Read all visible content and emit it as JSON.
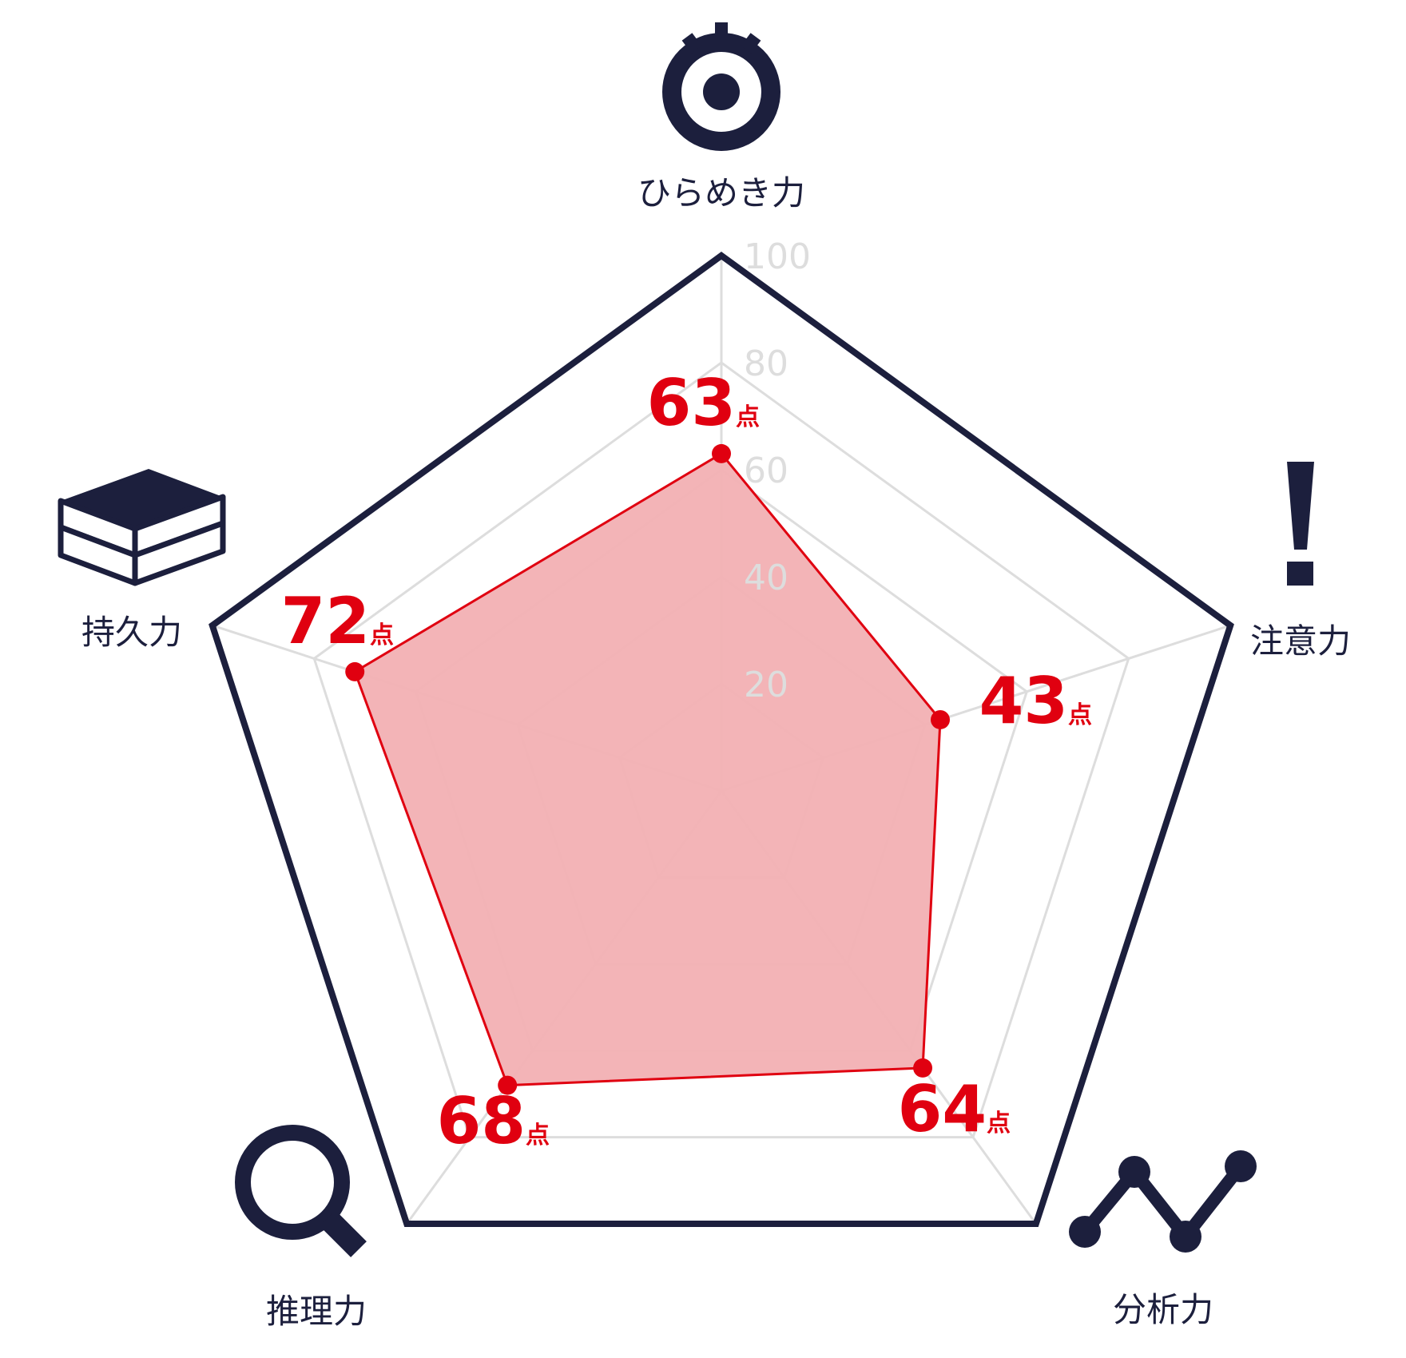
{
  "chart_data": {
    "type": "radar",
    "max": 100,
    "ticks": [
      20,
      40,
      60,
      80,
      100
    ],
    "tick_labels": [
      "20",
      "40",
      "60",
      "80",
      "100"
    ],
    "axes": [
      {
        "label": "ひらめき力",
        "value": 63,
        "score_text": "63",
        "icon": "eye-icon"
      },
      {
        "label": "注意力",
        "value": 43,
        "score_text": "43",
        "icon": "exclamation-icon"
      },
      {
        "label": "分析力",
        "value": 64,
        "score_text": "64",
        "icon": "line-graph-icon"
      },
      {
        "label": "推理力",
        "value": 68,
        "score_text": "68",
        "icon": "magnifier-icon"
      },
      {
        "label": "持久力",
        "value": 72,
        "score_text": "72",
        "icon": "stacked-books-icon"
      }
    ],
    "unit": "点"
  },
  "colors": {
    "outline": "#1c1f3d",
    "grid": "#dddddd",
    "series_stroke": "#e00010",
    "series_fill": "#f2b0b3",
    "score_text": "#e00010"
  }
}
